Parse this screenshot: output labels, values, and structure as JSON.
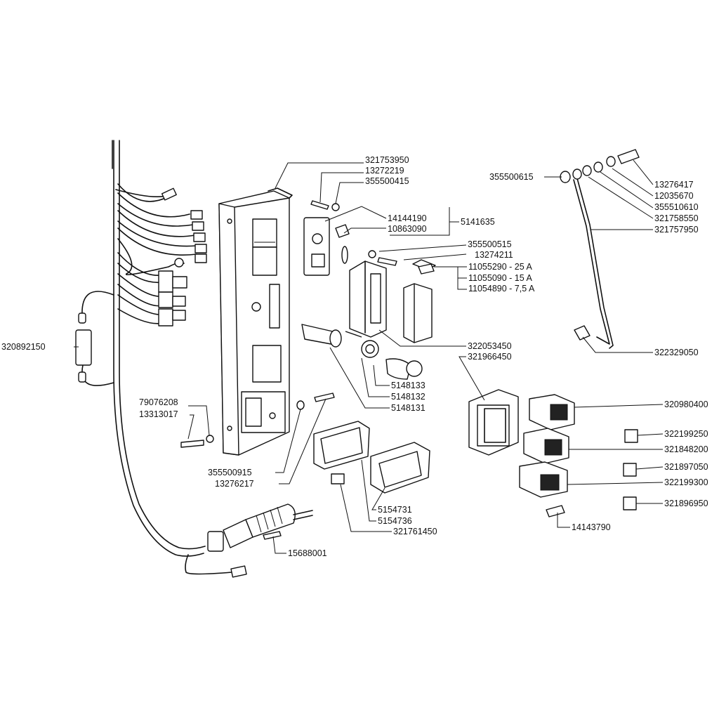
{
  "labels": {
    "l321753950": "321753950",
    "l13272219": "13272219",
    "l355500415": "355500415",
    "l14144190": "14144190",
    "l10863090": "10863090",
    "l5141635": "5141635",
    "l355500515": "355500515",
    "l13274211": "13274211",
    "l11055290": "11055290 - 25 A",
    "l11055090": "11055090 - 15 A",
    "l11054890": "11054890 - 7,5 A",
    "l355500615": "355500615",
    "l13276417": "13276417",
    "l12035670": "12035670",
    "l355510610": "355510610",
    "l321758550": "321758550",
    "l321757950": "321757950",
    "l322329050": "322329050",
    "l320892150": "320892150",
    "l322053450": "322053450",
    "l321966450": "321966450",
    "l5148133": "5148133",
    "l5148132": "5148132",
    "l5148131": "5148131",
    "l79076208": "79076208",
    "l13313017": "13313017",
    "l355500915": "355500915",
    "l13276217": "13276217",
    "l320980400": "320980400",
    "l322199250": "322199250",
    "l321848200": "321848200",
    "l321897050": "321897050",
    "l322199300": "322199300",
    "l321896950": "321896950",
    "l5154731": "5154731",
    "l5154736": "5154736",
    "l321761450": "321761450",
    "l14143790": "14143790",
    "l15688001": "15688001"
  }
}
